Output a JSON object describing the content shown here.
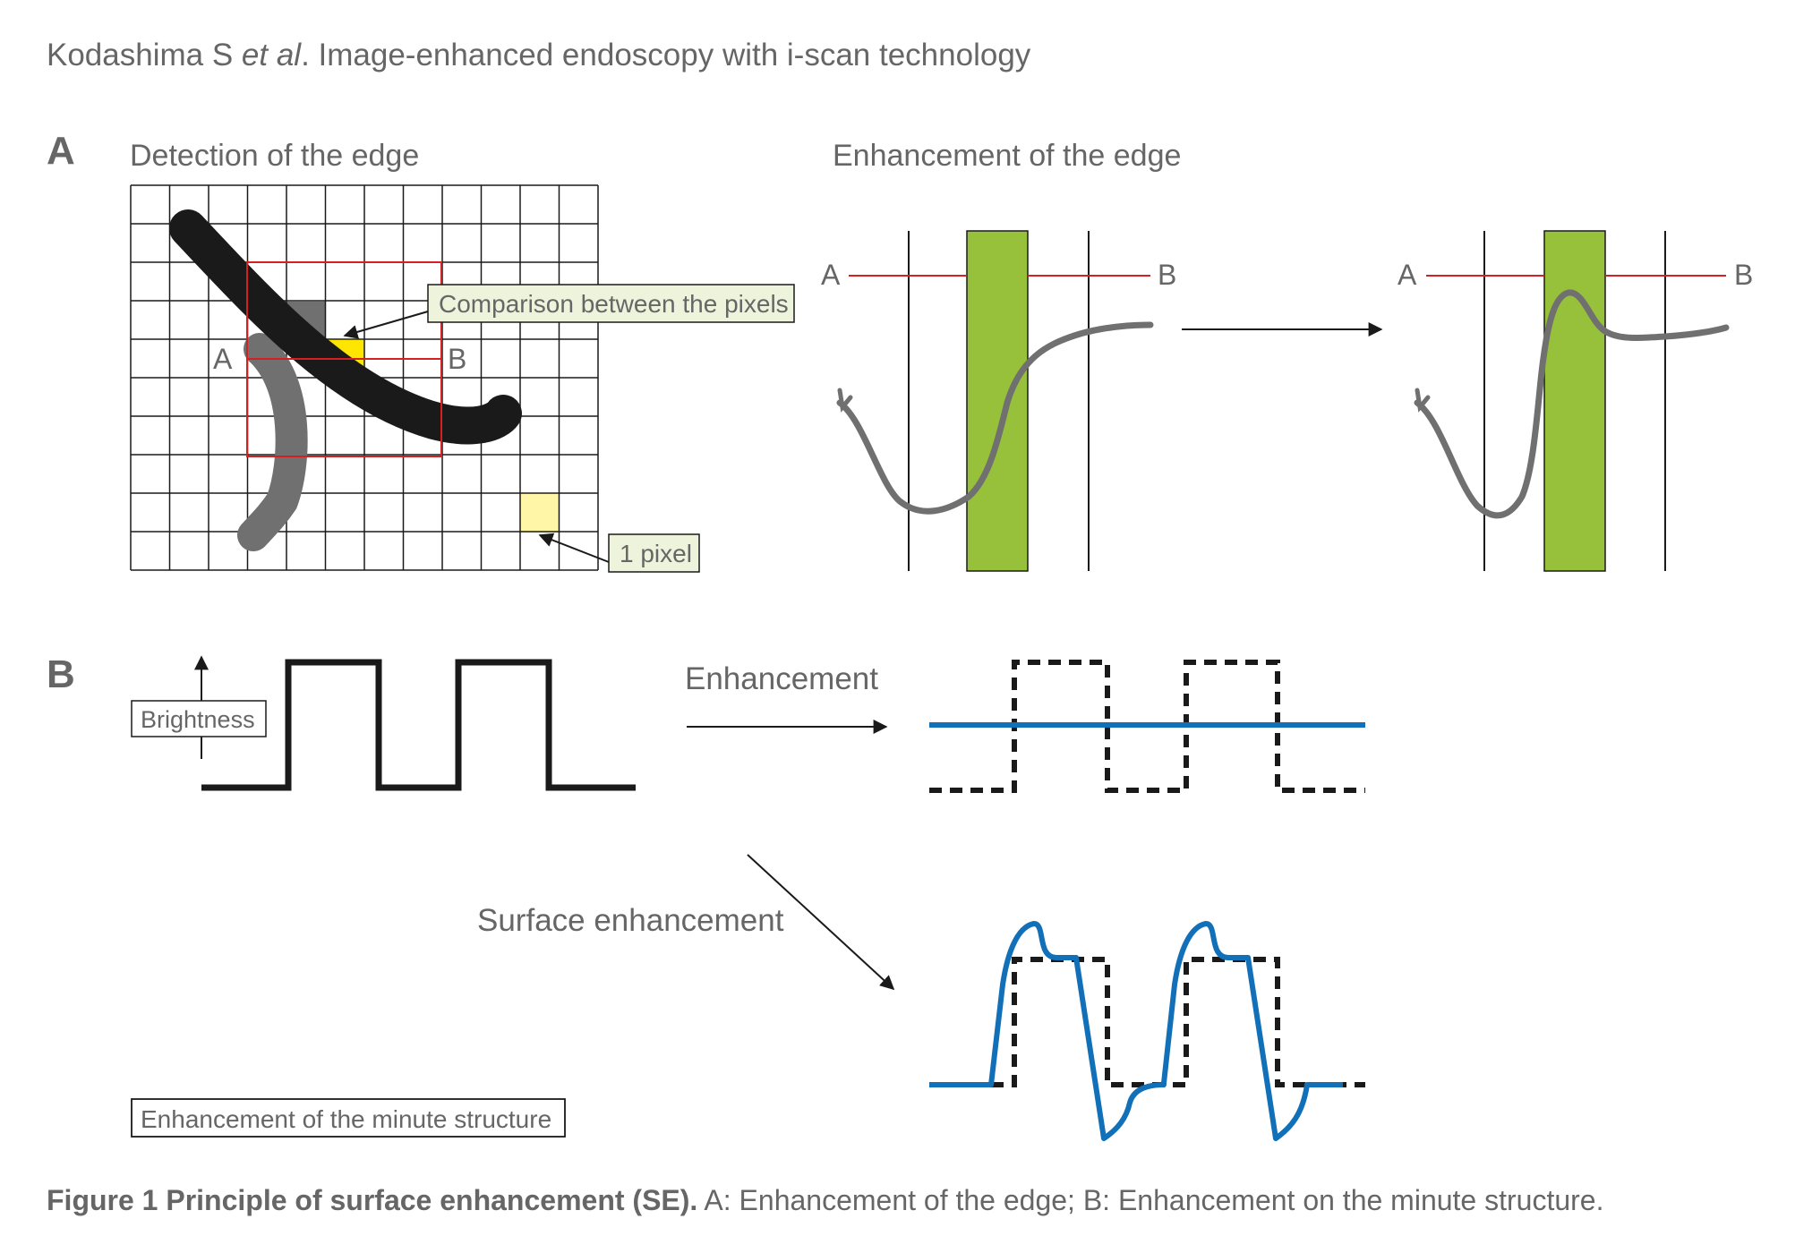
{
  "header": {
    "authors": "Kodashima S ",
    "et_al": "et al",
    "title_rest": ". Image-enhanced endoscopy with i-scan technology"
  },
  "panel_a": {
    "label": "A",
    "left_title": "Detection of the edge",
    "right_title": "Enhancement of the edge",
    "callout_comparison": "Comparison between the pixels",
    "callout_pixel": "1 pixel",
    "point_a": "A",
    "point_b": "B"
  },
  "panel_b": {
    "label": "B",
    "brightness": "Brightness",
    "enhancement": "Enhancement",
    "surface_enhancement": "Surface enhancement",
    "minute_structure_box": "Enhancement of the minute structure"
  },
  "caption": {
    "figure_number": "Figure 1",
    "bold_text": "Principle of surface enhancement (SE).",
    "rest": " A: Enhancement of the edge; B: Enhancement on the minute structure."
  },
  "colors": {
    "text_gray": "#666666",
    "grid_line": "#1a1a1a",
    "red_line": "#d42020",
    "green_bar": "#97c13a",
    "blue_curve": "#1170b8",
    "yellow": "#ffe600",
    "light_yellow": "#fff6a8",
    "callout_fill": "#eef3dc",
    "dark_stroke": "#1a1a1a",
    "gray_stroke": "#707070"
  }
}
